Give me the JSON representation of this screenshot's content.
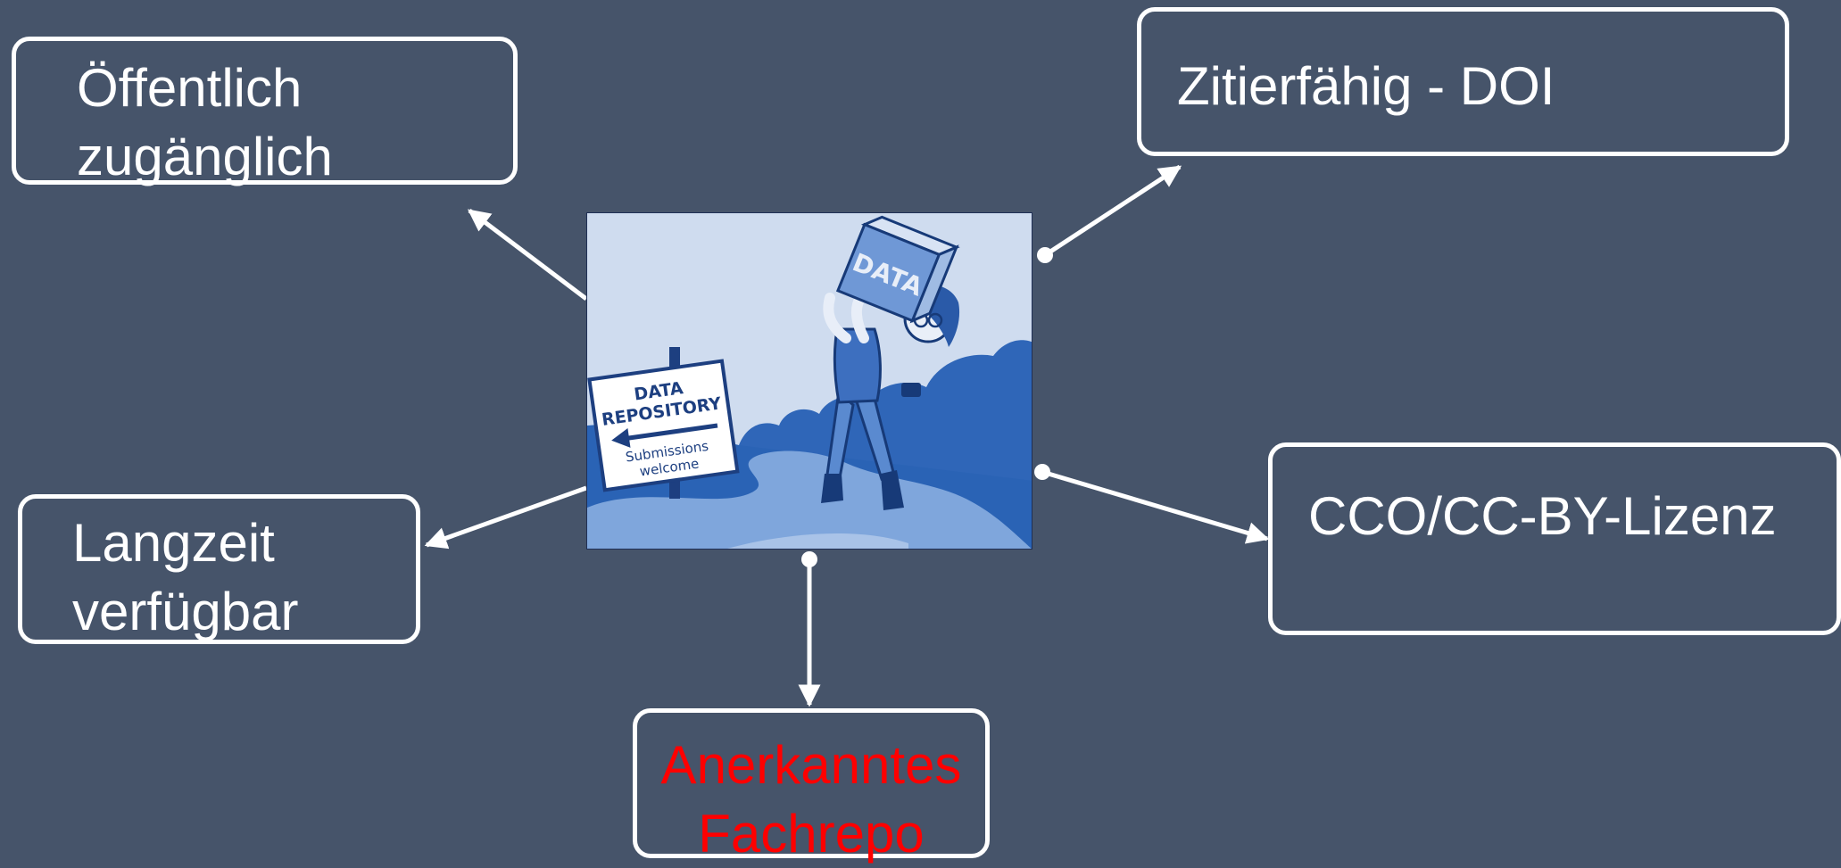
{
  "boxes": {
    "oeffentlich": {
      "line1": "Öffentlich",
      "line2": "zugänglich"
    },
    "doi": {
      "label": "Zitierfähig - DOI"
    },
    "langzeit": {
      "line1": "Langzeit",
      "line2": "verfügbar"
    },
    "lizenz": {
      "label": "CCO/CC-BY-Lizenz"
    },
    "fachrepo": {
      "line1": "Anerkanntes",
      "line2": "Fachrepo"
    }
  },
  "illustration": {
    "sign_line1": "DATA",
    "sign_line2": "REPOSITORY",
    "sign_line3": "Submissions",
    "sign_line4": "welcome",
    "box_text": "DATA"
  },
  "colors": {
    "background": "#46546a",
    "box_border": "#ffffff",
    "box_text": "#ffffff",
    "highlight_text": "#ff0000",
    "arrow": "#ffffff"
  }
}
